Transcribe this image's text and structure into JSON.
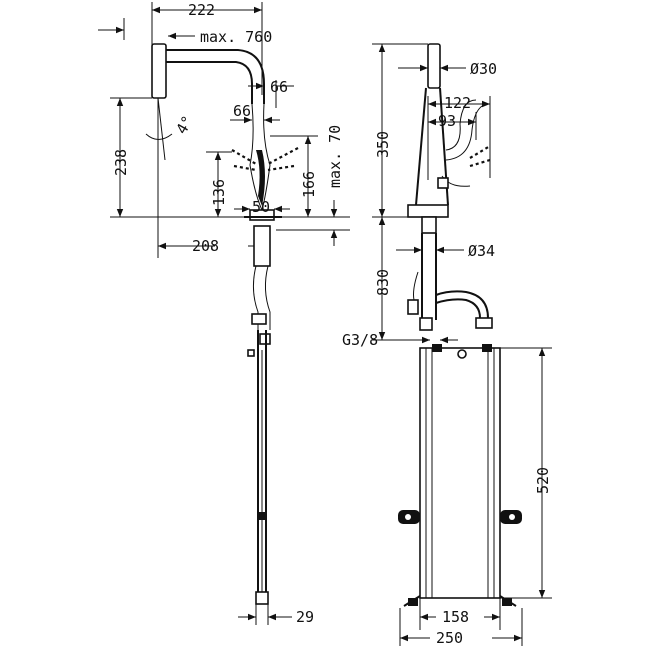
{
  "side_view": {
    "dim_222": "222",
    "dim_max760": "max. 760",
    "dim_66_top": "66",
    "dim_66_mid": "66",
    "dim_4deg": "4°",
    "dim_238": "238",
    "dim_136": "136",
    "dim_166": "166",
    "dim_max70": "max. 70",
    "dim_50": "50",
    "dim_208": "208",
    "dim_29": "29"
  },
  "front_view": {
    "dim_30": "Ø30",
    "dim_122": "122",
    "dim_93": "93",
    "dim_350": "350",
    "dim_34": "Ø34",
    "dim_830": "830",
    "dim_g38": "G3/8",
    "dim_520": "520",
    "dim_158": "158",
    "dim_250": "250"
  }
}
